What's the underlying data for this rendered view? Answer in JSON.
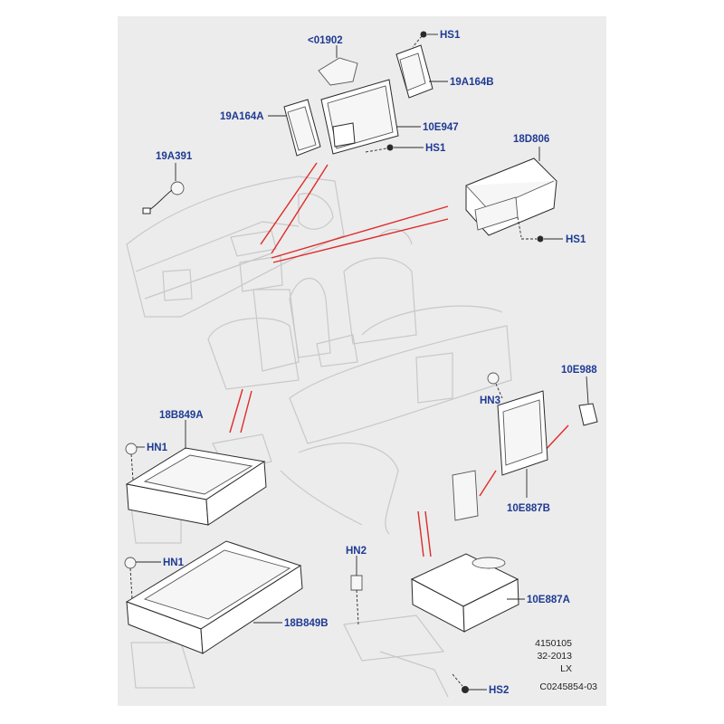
{
  "labels": {
    "lt01902": "<01902",
    "hs1_top": "HS1",
    "p19A164B": "19A164B",
    "p19A164A": "19A164A",
    "p10E947": "10E947",
    "hs1_mid": "HS1",
    "p18D806": "18D806",
    "p19A391": "19A391",
    "hs1_right": "HS1",
    "p10E988": "10E988",
    "hn3": "HN3",
    "p18B849A": "18B849A",
    "hn1_top": "HN1",
    "p10E887B": "10E887B",
    "hn2": "HN2",
    "hn1_bottom": "HN1",
    "p10E887A": "10E887A",
    "p18B849B": "18B849B",
    "hs2": "HS2"
  },
  "metadata": {
    "line1": "4150105",
    "line2": "32-2013",
    "line3": "LX",
    "line4": "C0245854-03"
  },
  "colors": {
    "label": "#1f3a93",
    "callout": "#e02a2a",
    "background": "#ececec"
  }
}
